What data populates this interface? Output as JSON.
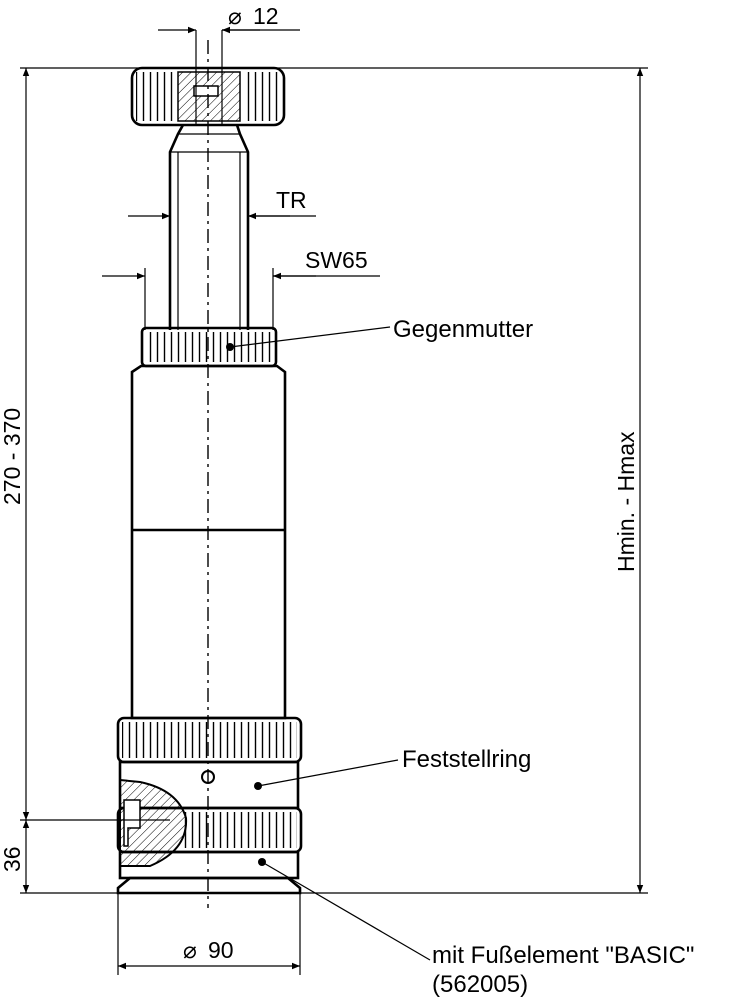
{
  "dimensions": {
    "top_diameter": "12",
    "thread": "TR",
    "wrench_size": "SW65",
    "overall_height": "270 - 370",
    "adjust_range": "Hmin. - Hmax",
    "foot_height": "36",
    "base_diameter": "90"
  },
  "callouts": {
    "lock_nut": "Gegenmutter",
    "locking_ring": "Feststellring",
    "foot_element_line1": "mit Fußelement \"BASIC\"",
    "foot_element_line2": "(562005)"
  },
  "symbols": {
    "diameter": "⌀"
  }
}
